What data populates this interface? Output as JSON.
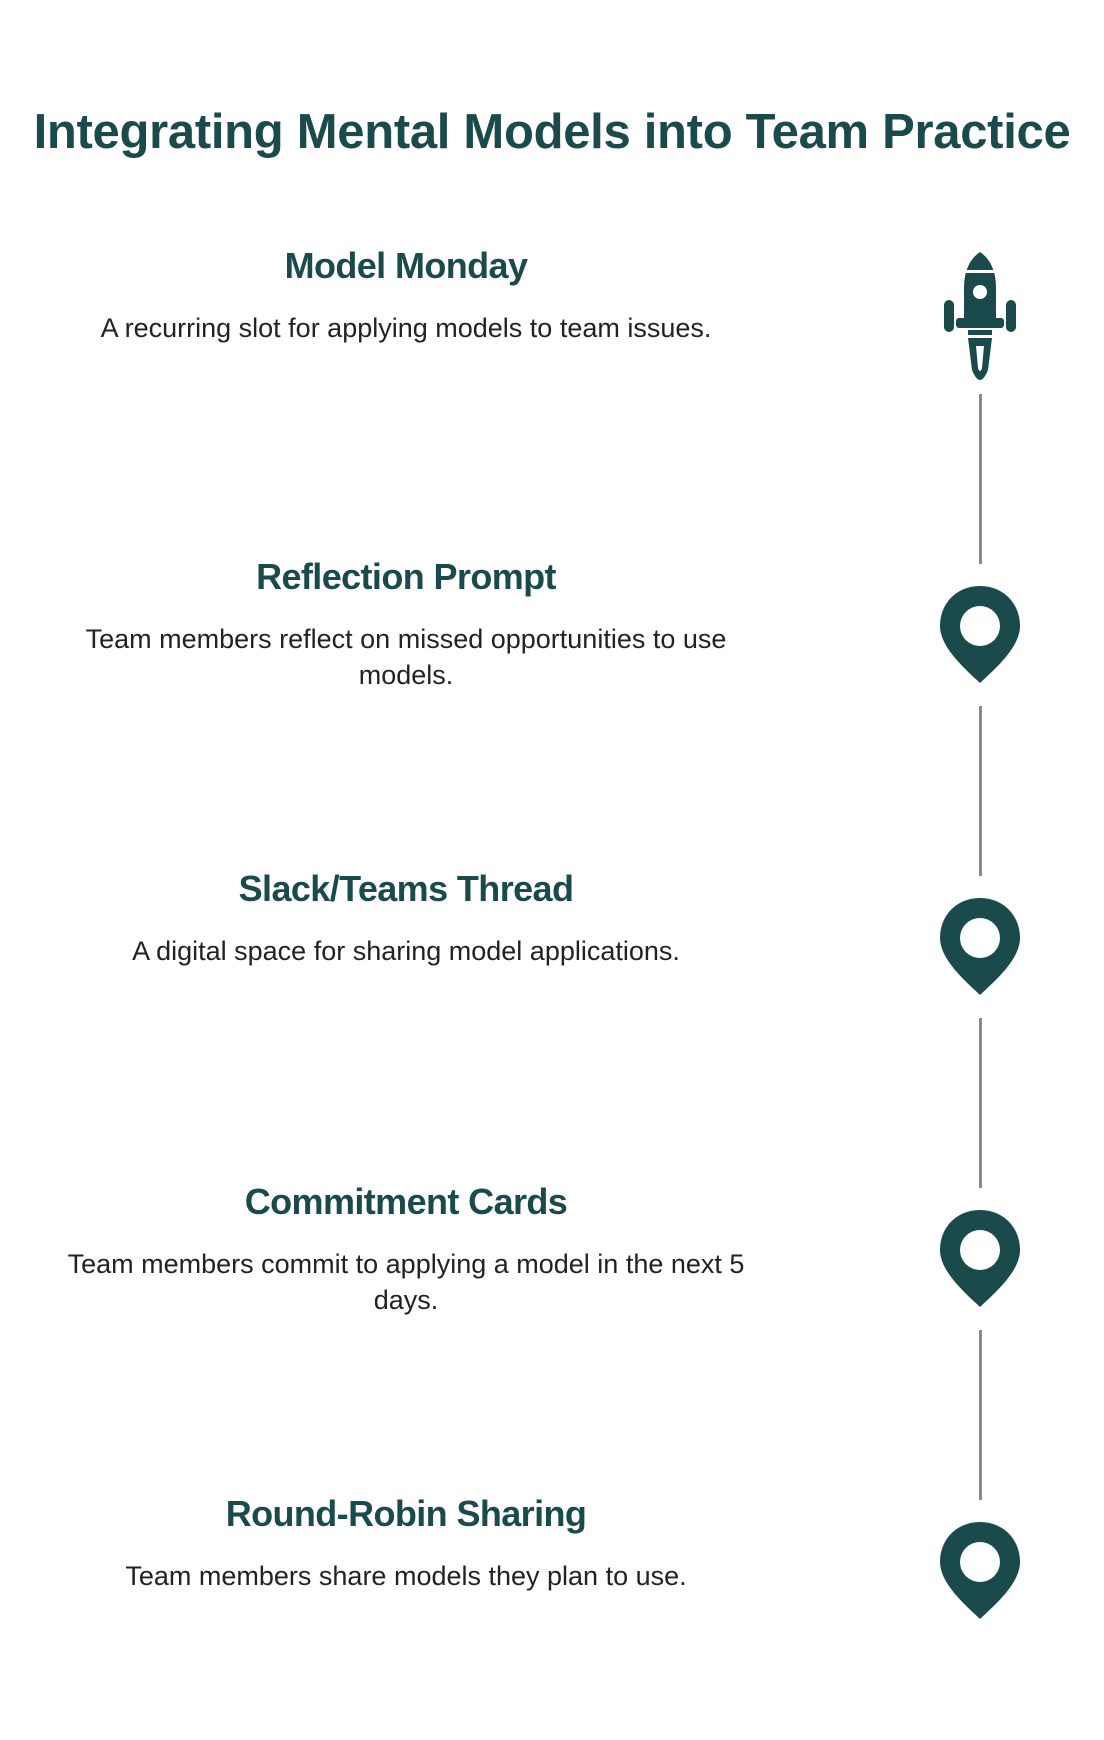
{
  "title": "Integrating Mental Models into Team Practice",
  "colors": {
    "heading": "#1b4a4c",
    "icon": "#1b4a4c",
    "connector": "#8a8a8a",
    "text": "#222222"
  },
  "steps": [
    {
      "title": "Model Monday",
      "description": "A recurring slot for applying models to team issues.",
      "icon": "rocket-icon"
    },
    {
      "title": "Reflection Prompt",
      "description": "Team members reflect on missed opportunities to use models.",
      "icon": "map-pin-icon"
    },
    {
      "title": "Slack/Teams Thread",
      "description": "A digital space for sharing model applications.",
      "icon": "map-pin-icon"
    },
    {
      "title": "Commitment Cards",
      "description": "Team members commit to applying a model in the next 5 days.",
      "icon": "map-pin-icon"
    },
    {
      "title": "Round-Robin Sharing",
      "description": "Team members share models they plan to use.",
      "icon": "map-pin-icon"
    }
  ]
}
